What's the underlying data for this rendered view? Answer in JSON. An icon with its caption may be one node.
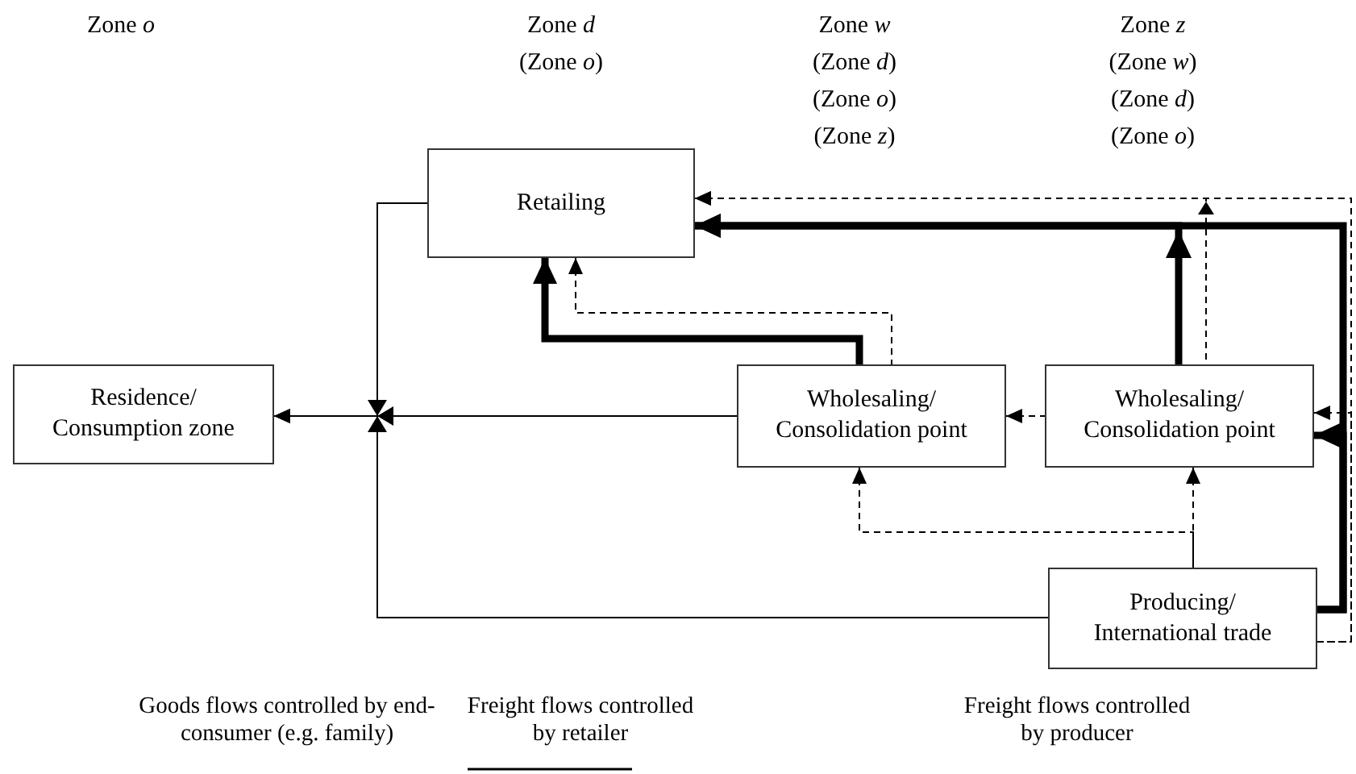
{
  "diagram": {
    "nodes": [
      {
        "text": [
          "Retailing"
        ]
      },
      {
        "text": [
          "Residence/ Consumption zone"
        ]
      },
      {
        "text": [
          "Wholesaling/ Consolidation point"
        ]
      },
      {
        "text": [
          "Wholesaling/ Consolidation point"
        ]
      },
      {
        "text": [
          "Producing/ International trade"
        ]
      }
    ],
    "edges": [
      {
        "from": 0,
        "to": 1,
        "arrow": "to"
      },
      {
        "from": 2,
        "to": 1,
        "arrow": "to"
      },
      {
        "from": 4,
        "to": 1,
        "arrow": "to"
      },
      {
        "from": 2,
        "to": 0,
        "arrow": "to",
        "style": "thick"
      },
      {
        "from": 2,
        "to": 0,
        "arrow": "to",
        "style": "dashed"
      },
      {
        "from": 3,
        "to": 2,
        "arrow": "to",
        "style": "dashed"
      },
      {
        "from": 3,
        "to": 0,
        "arrow": "to",
        "style": "thick"
      },
      {
        "from": 4,
        "to": 0,
        "arrow": "to",
        "style": "thick"
      },
      {
        "from": 4,
        "to": 3,
        "arrow": "to",
        "style": "thick"
      },
      {
        "from": 3,
        "to": 0,
        "arrow": "to",
        "style": "dashed"
      },
      {
        "from": 4,
        "to": 0,
        "arrow": "to",
        "style": "dashed"
      },
      {
        "from": 4,
        "to": 3,
        "arrow": "to",
        "style": "dashed"
      },
      {
        "from": 4,
        "to": 2,
        "arrow": "to",
        "style": "dashed"
      },
      {
        "from": 4,
        "to": 3,
        "arrow": "to",
        "style": "dashed"
      }
    ],
    "labels": [
      "Zone *o*",
      "Zone *d*",
      "Zone *w*",
      "Zone *z*",
      "(Zone *o*)",
      "(Zone *d*)",
      "(Zone *w*)",
      "(Zone *o*)",
      "(Zone *d*)",
      "(Zone *z*)",
      "(Zone *o*)"
    ],
    "legend": [
      {
        "text": "Goods flows controlled by end-consumer (e.g. family)"
      },
      {
        "text": "Freight flows controlled by retailer"
      },
      {
        "text": "Freight flows controlled by producer"
      }
    ]
  }
}
